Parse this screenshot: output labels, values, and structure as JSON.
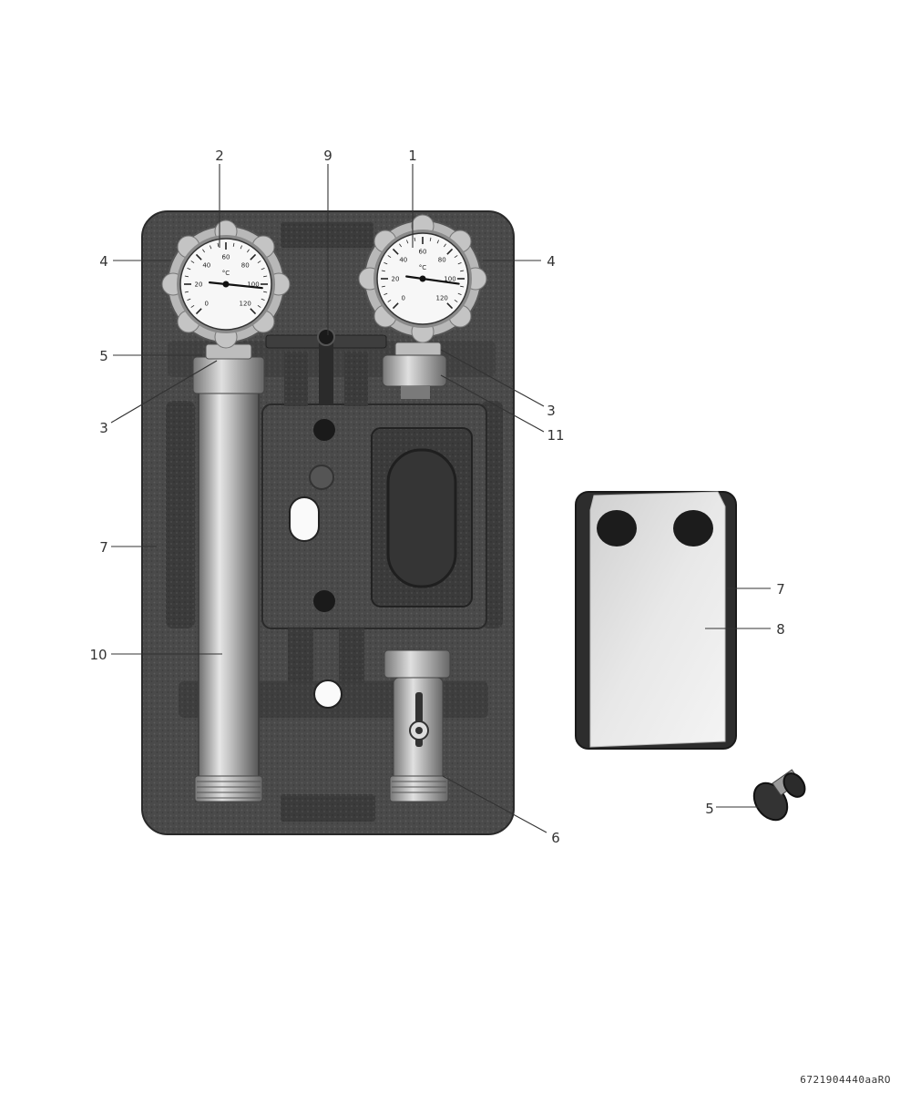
{
  "figure": {
    "doc_code": "6721904440aaRO",
    "gauge_scale": [
      "0",
      "20",
      "40",
      "60",
      "80",
      "100",
      "120"
    ],
    "gauge_unit": "°C"
  },
  "callouts": [
    {
      "id": "c1",
      "label": "1"
    },
    {
      "id": "c2",
      "label": "2"
    },
    {
      "id": "c9",
      "label": "9"
    },
    {
      "id": "c4l",
      "label": "4"
    },
    {
      "id": "c4r",
      "label": "4"
    },
    {
      "id": "c5l",
      "label": "5"
    },
    {
      "id": "c3l",
      "label": "3"
    },
    {
      "id": "c3r",
      "label": "3"
    },
    {
      "id": "c11",
      "label": "11"
    },
    {
      "id": "c7l",
      "label": "7"
    },
    {
      "id": "c10",
      "label": "10"
    },
    {
      "id": "c6",
      "label": "6"
    },
    {
      "id": "c7r",
      "label": "7"
    },
    {
      "id": "c8",
      "label": "8"
    },
    {
      "id": "c5r",
      "label": "5"
    }
  ]
}
